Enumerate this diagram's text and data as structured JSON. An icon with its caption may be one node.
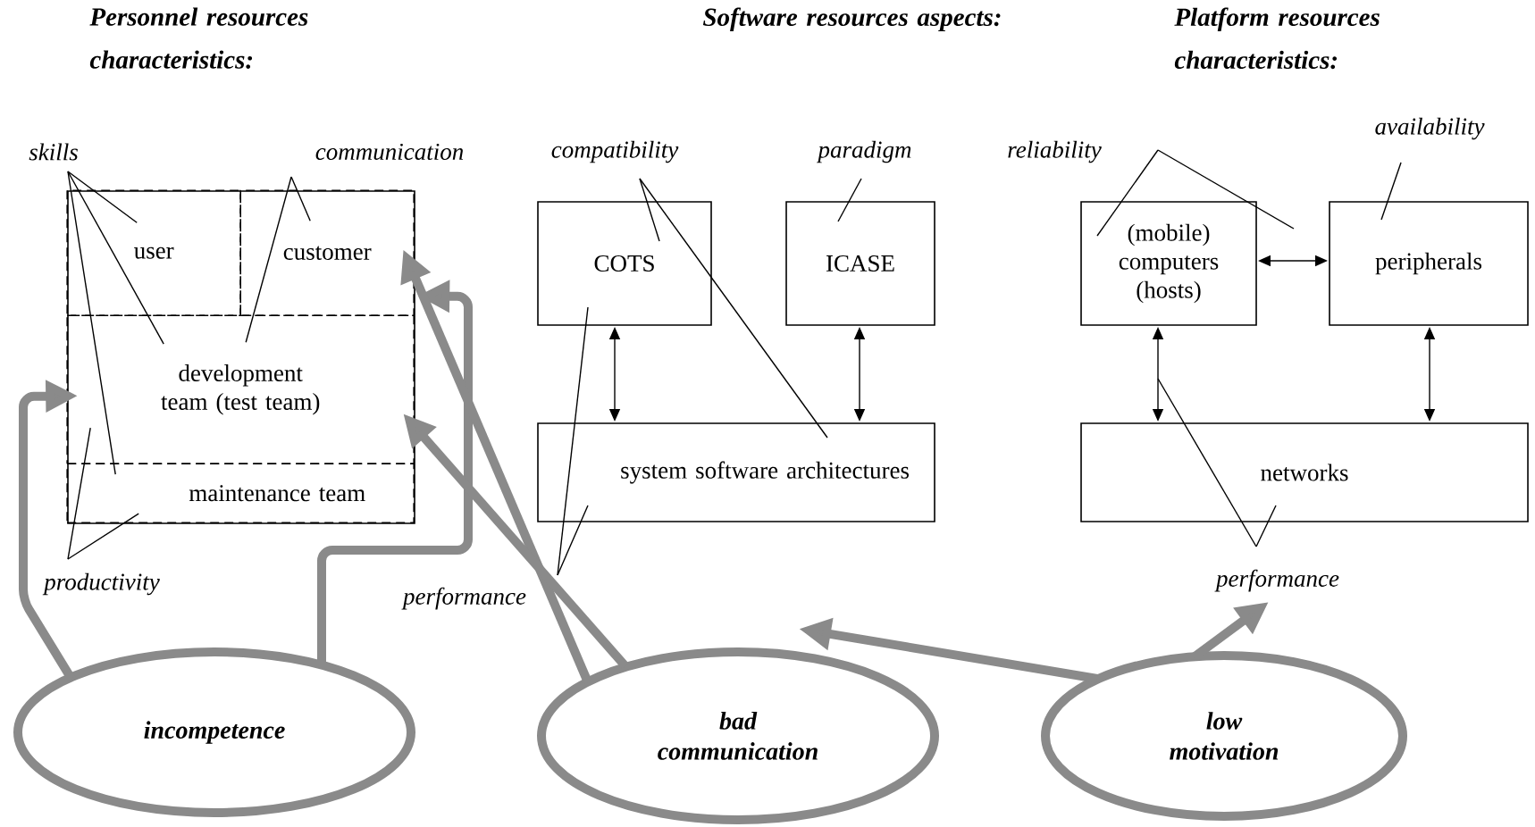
{
  "diagram": {
    "nodes": [
      {
        "text": [],
        "shape": "box"
      },
      {
        "text": [
          "user"
        ],
        "in": 0
      },
      {
        "text": [
          "customer"
        ],
        "in": 0
      },
      {
        "text": [
          "development team (test team)"
        ],
        "in": 0
      },
      {
        "text": [
          "maintenance team"
        ],
        "in": 0
      },
      {
        "text": [
          "COTS"
        ]
      },
      {
        "text": [
          "ICASE"
        ]
      },
      {
        "text": [
          "system software architectures"
        ]
      },
      {
        "text": [
          "(mobile) computers (hosts)"
        ]
      },
      {
        "text": [
          "peripherals"
        ]
      },
      {
        "text": [
          "networks"
        ]
      },
      {
        "text": [
          "incompetence"
        ]
      },
      {
        "text": [
          "bad communication"
        ]
      },
      {
        "text": [
          "low motivation"
        ]
      },
      {
        "text": [
          "skills"
        ]
      },
      {
        "text": [
          "communication"
        ]
      },
      {
        "text": [
          "productivity"
        ]
      },
      {
        "text": [
          "compatibility"
        ]
      },
      {
        "text": [
          "paradigm"
        ]
      },
      {
        "text": [
          "performance"
        ]
      },
      {
        "text": [
          "reliability"
        ]
      },
      {
        "text": [
          "availability"
        ]
      },
      {
        "text": [
          "performance"
        ]
      }
    ],
    "edges": [
      {
        "from": 14,
        "to": 1,
        "arrow": "none"
      },
      {
        "from": 14,
        "to": 3,
        "arrow": "none"
      },
      {
        "from": 14,
        "to": 4,
        "arrow": "none"
      },
      {
        "from": 15,
        "to": 2,
        "arrow": "none"
      },
      {
        "from": 15,
        "to": 3,
        "arrow": "none"
      },
      {
        "from": 16,
        "to": 3,
        "arrow": "none"
      },
      {
        "from": 16,
        "to": 4,
        "arrow": "none"
      },
      {
        "from": 17,
        "to": 5,
        "arrow": "none"
      },
      {
        "from": 17,
        "to": 7,
        "arrow": "none"
      },
      {
        "from": 18,
        "to": 6,
        "arrow": "none"
      },
      {
        "from": 19,
        "to": 5,
        "arrow": "none"
      },
      {
        "from": 19,
        "to": 7,
        "arrow": "none"
      },
      {
        "from": 20,
        "to": 8,
        "arrow": "none"
      },
      {
        "from": 20,
        "to": null,
        "arrow": "none"
      },
      {
        "from": 21,
        "to": 9,
        "arrow": "none"
      },
      {
        "from": 22,
        "to": 10,
        "arrow": "none"
      },
      {
        "from": 22,
        "to": null,
        "arrow": "none"
      },
      {
        "from": 5,
        "to": 7,
        "arrow": "both"
      },
      {
        "from": 6,
        "to": 7,
        "arrow": "both"
      },
      {
        "from": 8,
        "to": 9,
        "arrow": "both"
      },
      {
        "from": 8,
        "to": 10,
        "arrow": "both"
      },
      {
        "from": 9,
        "to": 10,
        "arrow": "both"
      },
      {
        "from": 11,
        "to": 3,
        "arrow": "to",
        "style": "thick",
        "color": "#8a8a8a"
      },
      {
        "from": 11,
        "to": 2,
        "arrow": "to",
        "style": "thick",
        "color": "#8a8a8a"
      },
      {
        "from": 12,
        "to": 2,
        "arrow": "to",
        "style": "thick",
        "color": "#8a8a8a"
      },
      {
        "from": 12,
        "to": 3,
        "arrow": "to",
        "style": "thick",
        "color": "#8a8a8a"
      },
      {
        "from": 13,
        "to": 12,
        "arrow": "to",
        "style": "thick",
        "color": "#8a8a8a"
      },
      {
        "from": 13,
        "to": 22,
        "arrow": "to",
        "style": "thick",
        "color": "#8a8a8a"
      }
    ],
    "labels": [
      "Personnel resources characteristics:",
      "Software resources aspects:",
      "Platform resources characteristics:"
    ]
  }
}
